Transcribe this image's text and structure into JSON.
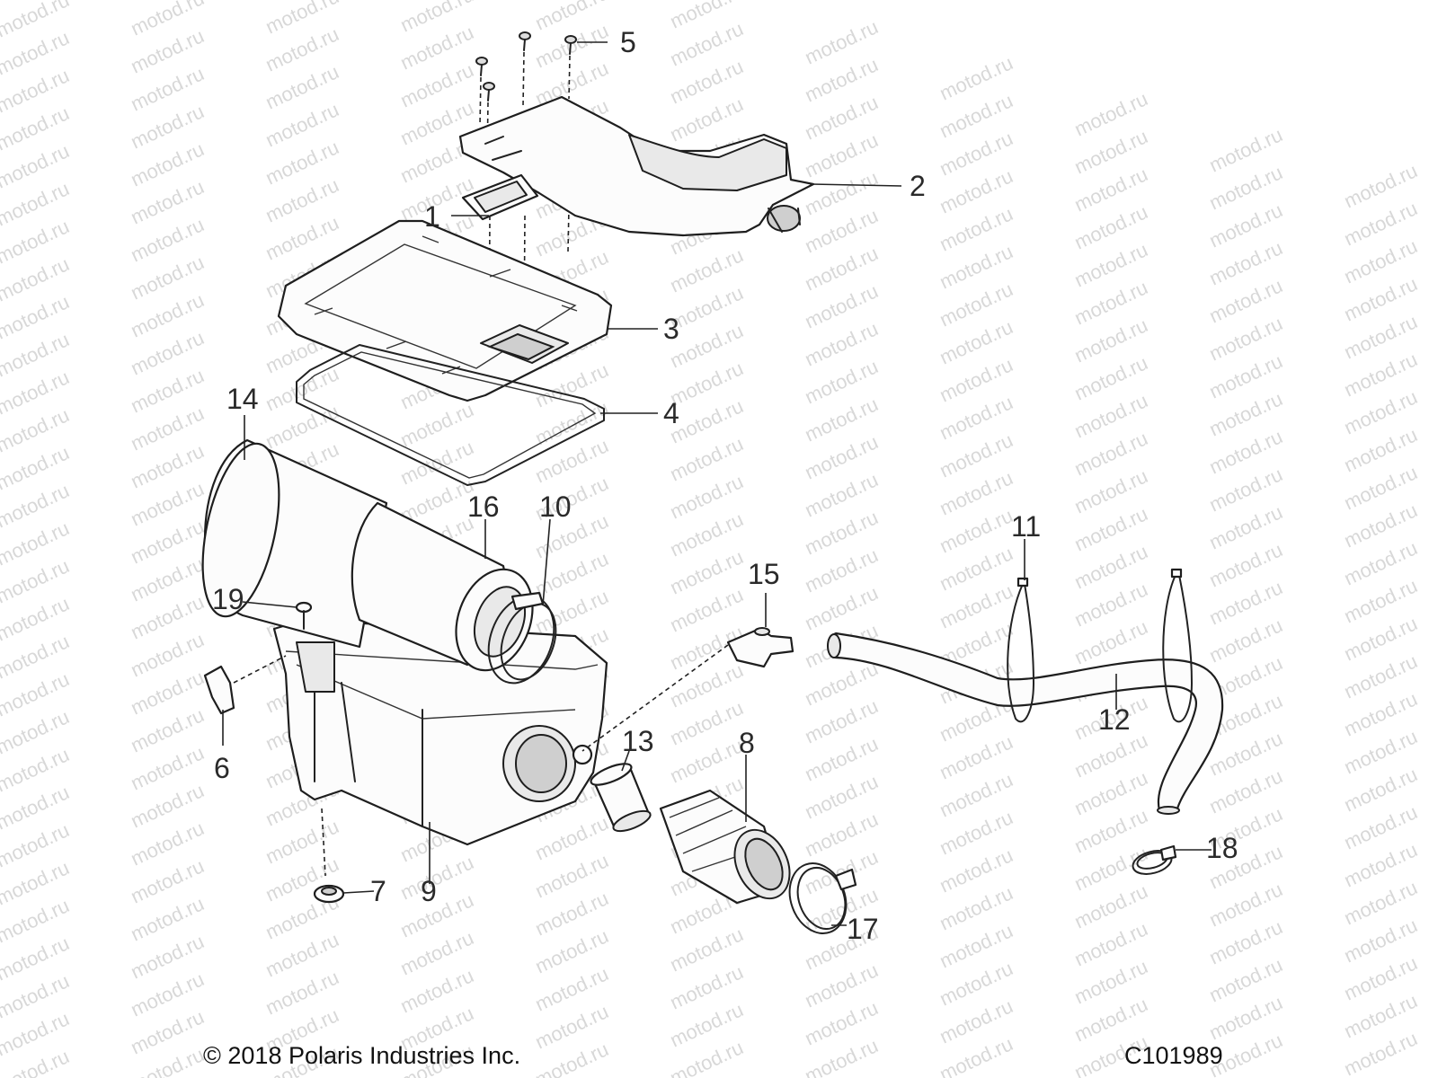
{
  "diagram": {
    "part_labels": [
      {
        "id": "1",
        "text": "1"
      },
      {
        "id": "2",
        "text": "2"
      },
      {
        "id": "3",
        "text": "3"
      },
      {
        "id": "4",
        "text": "4"
      },
      {
        "id": "5",
        "text": "5"
      },
      {
        "id": "6",
        "text": "6"
      },
      {
        "id": "7",
        "text": "7"
      },
      {
        "id": "8",
        "text": "8"
      },
      {
        "id": "9",
        "text": "9"
      },
      {
        "id": "10",
        "text": "10"
      },
      {
        "id": "11",
        "text": "11"
      },
      {
        "id": "12",
        "text": "12"
      },
      {
        "id": "13",
        "text": "13"
      },
      {
        "id": "14",
        "text": "14"
      },
      {
        "id": "15",
        "text": "15"
      },
      {
        "id": "16",
        "text": "16"
      },
      {
        "id": "17",
        "text": "17"
      },
      {
        "id": "18",
        "text": "18"
      },
      {
        "id": "19",
        "text": "19"
      }
    ],
    "watermark_text": "motod.ru",
    "copyright": "© 2018 Polaris Industries Inc.",
    "drawing_code": "C101989"
  },
  "colors": {
    "line": "#222222",
    "background": "#ffffff",
    "watermark": "#b9b9b9"
  }
}
